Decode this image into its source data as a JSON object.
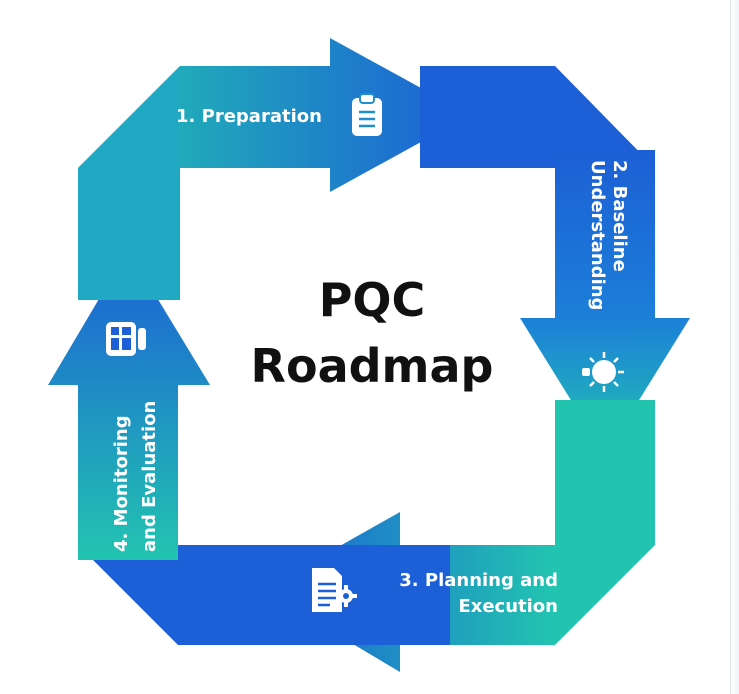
{
  "diagram": {
    "title_line1": "PQC",
    "title_line2": "Roadmap",
    "steps": [
      {
        "label": "1. Preparation",
        "icon": "clipboard-icon"
      },
      {
        "label_line1": "2. Baseline",
        "label_line2": "Understanding",
        "icon": "lightbulb-icon"
      },
      {
        "label_line1": "3. Planning and",
        "label_line2": "Execution",
        "icon": "document-gear-icon"
      },
      {
        "label_line1": "4. Monitoring",
        "label_line2": "and Evaluation",
        "icon": "dashboard-icon"
      }
    ]
  },
  "colors": {
    "teal": "#22C4B0",
    "blue": "#1C5FD6",
    "text_dark": "#111111",
    "label": "#FFFFFF"
  }
}
